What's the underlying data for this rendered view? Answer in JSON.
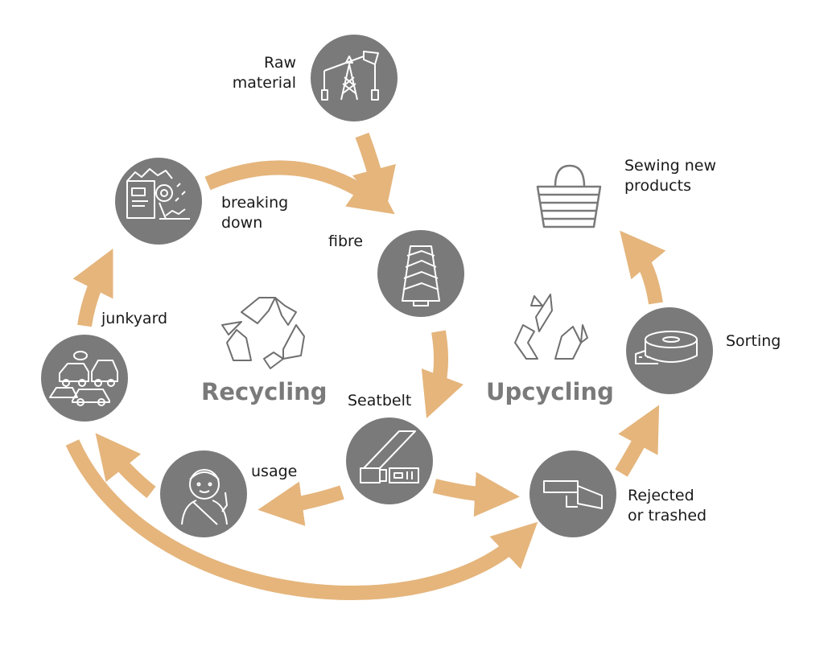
{
  "colors": {
    "arrow": "#e5b57c",
    "node_fill": "#7a7a7a",
    "icon_stroke": "#ffffff",
    "symbol_stroke": "#6f6f6f",
    "heading": "#7a7a7a",
    "label": "#1a1a1a"
  },
  "headings": {
    "recycling": "Recycling",
    "upcycling": "Upcycling"
  },
  "labels": {
    "raw_material": [
      "Raw",
      "material"
    ],
    "breaking_down": [
      "breaking",
      "down"
    ],
    "fibre": [
      "fibre"
    ],
    "junkyard": [
      "junkyard"
    ],
    "seatbelt": [
      "Seatbelt"
    ],
    "usage": [
      "usage"
    ],
    "rejected": [
      "Rejected",
      "or trashed"
    ],
    "sorting": [
      "Sorting"
    ],
    "sewing": [
      "Sewing new",
      "products"
    ]
  },
  "icons": {
    "raw_material": "oil-derrick-icon",
    "breaking_down": "shredder-machine-icon",
    "fibre": "thread-spool-icon",
    "junkyard": "scrap-cars-icon",
    "seatbelt": "seatbelt-buckle-icon",
    "usage": "driver-wearing-seatbelt-icon",
    "rejected": "strap-piece-icon",
    "sorting": "rolled-strap-icon",
    "sewing": "woven-bag-icon",
    "recycling": "recycle-symbol-icon",
    "upcycling": "upcycle-symbol-icon"
  }
}
